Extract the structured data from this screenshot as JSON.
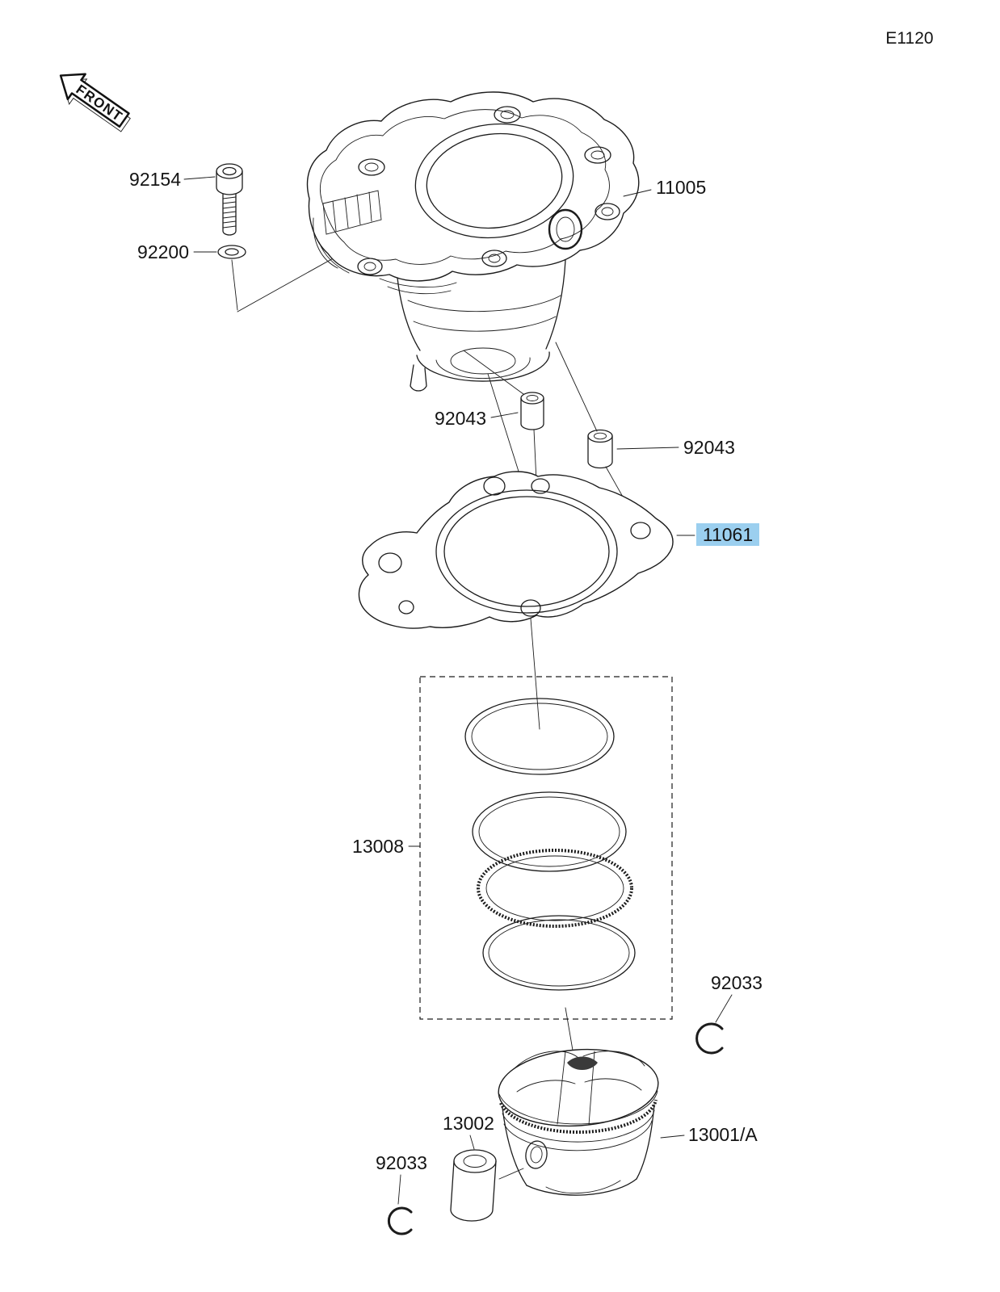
{
  "page": {
    "code": "E1120",
    "front_marker": "FRONT"
  },
  "colors": {
    "highlight": "#9bcfef",
    "ink": "#1c1c1c"
  },
  "parts": {
    "bolt": "92154",
    "washer": "92200",
    "cylinder": "11005",
    "dowel_front": "92043",
    "dowel_rear": "92043",
    "gasket": "11061",
    "piston_ring_set": "13008",
    "circlip_upper": "92033",
    "piston_pin": "13002",
    "piston": "13001/A",
    "circlip_lower": "92033"
  }
}
